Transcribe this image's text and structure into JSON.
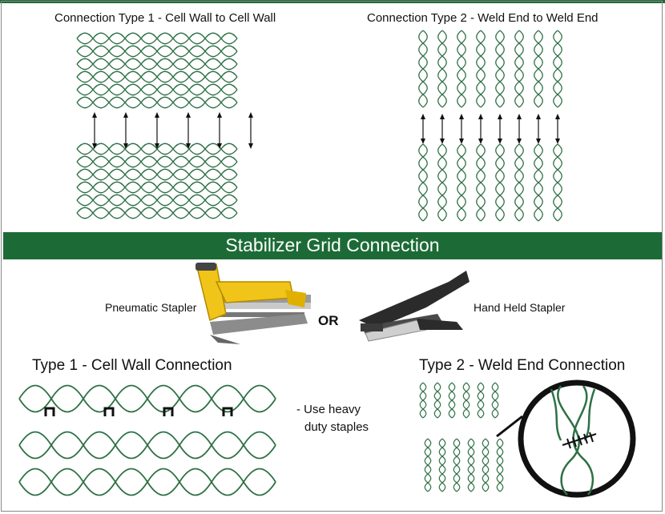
{
  "top": {
    "type1_title": "Connection Type 1 - Cell Wall to Cell Wall",
    "type2_title": "Connection Type 2 - Weld End to Weld End"
  },
  "banner": {
    "title": "Stabilizer Grid Connection"
  },
  "tools": {
    "pneumatic_label": "Pneumatic Stapler",
    "or_label": "OR",
    "handheld_label": "Hand Held Stapler"
  },
  "bottom": {
    "type1_title": "Type 1 - Cell Wall Connection",
    "type2_title": "Type 2 - Weld End Connection",
    "note_line1": "- Use heavy",
    "note_line2": "duty staples"
  },
  "colors": {
    "brand_green": "#1c6b36",
    "grid_green": "#2e7044",
    "stapler_yellow": "#f0c419",
    "stapler_dark": "#2b2b2b"
  },
  "icons": [
    "pneumatic-stapler-icon",
    "hand-held-stapler-icon",
    "staple-icon",
    "magnifier-icon"
  ]
}
